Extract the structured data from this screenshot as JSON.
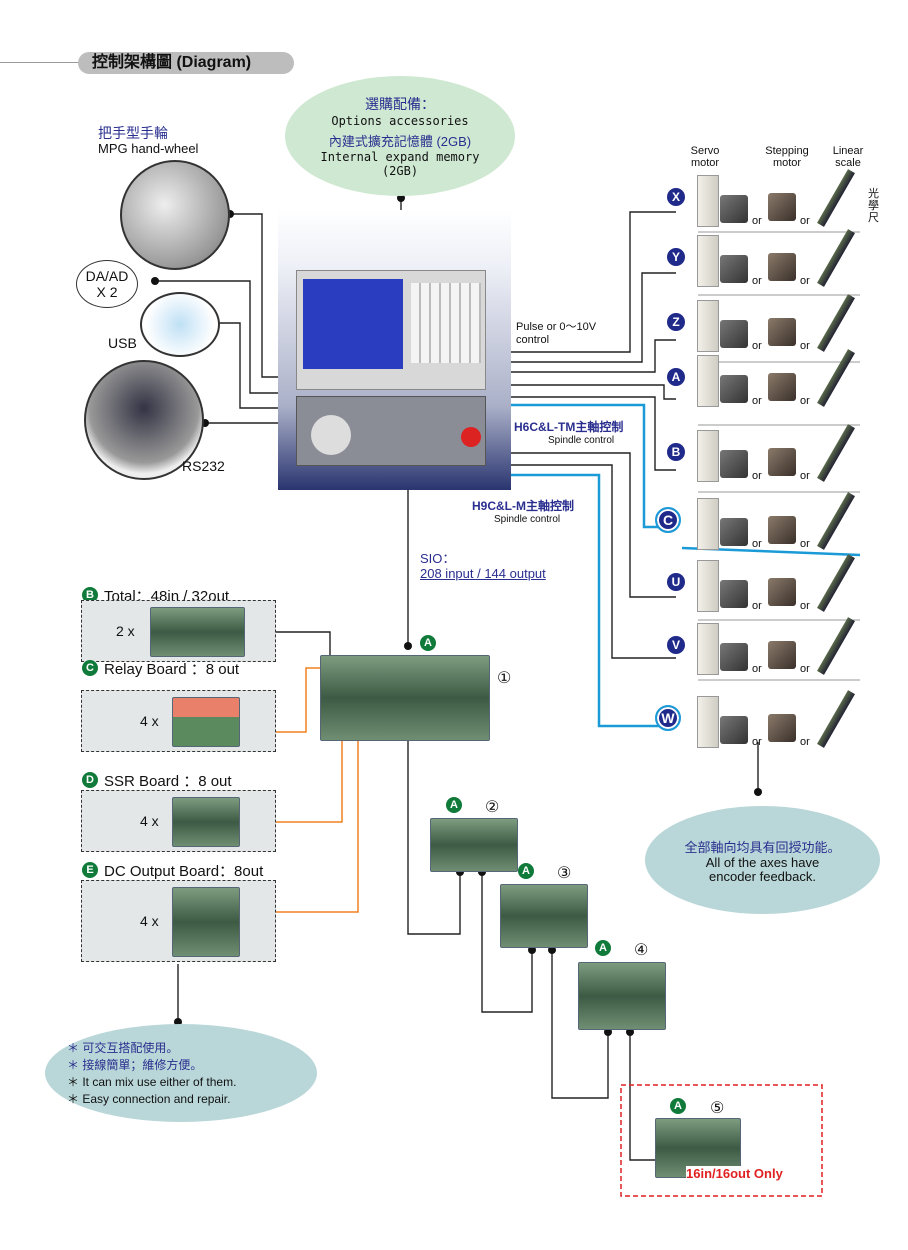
{
  "title": "控制架構圖 (Diagram)",
  "options_bubble": {
    "line1_zh": "選購配備：",
    "line1_en": "Options accessories",
    "line2_zh": "內建式擴充記憶體 (2GB)",
    "line2_en": "Internal expand memory",
    "line2_en_b": "(2GB)"
  },
  "peripherals": {
    "mpg_zh": "把手型手輪",
    "mpg_en": "MPG hand-wheel",
    "daad": "DA/AD",
    "daad_count": "X 2",
    "usb": "USB",
    "rs232": "RS232"
  },
  "motor_headers": {
    "servo": "Servo motor",
    "stepping": "Stepping motor",
    "linear": "Linear scale",
    "linear_zh": "光學尺"
  },
  "or_label": "or",
  "axes": [
    "X",
    "Y",
    "Z",
    "A",
    "B",
    "C",
    "U",
    "V",
    "W"
  ],
  "pulse_label": "Pulse or 0～10V control",
  "spindle": {
    "h6_title": "H6C&L-TM主軸控制",
    "h6_sub": "Spindle control",
    "h9_title": "H9C&L-M主軸控制",
    "h9_sub": "Spindle control"
  },
  "sio": {
    "label": "SIO：",
    "value": "208 input / 144 output"
  },
  "boards": {
    "b": {
      "badge": "B",
      "label": "Total：48in / 32out",
      "count": "2 x"
    },
    "c": {
      "badge": "C",
      "label": "Relay Board ：8 out",
      "count": "4 x"
    },
    "d": {
      "badge": "D",
      "label": "SSR Board ：8 out",
      "count": "4 x"
    },
    "e": {
      "badge": "E",
      "label": "DC Output Board：8out",
      "count": "4 x"
    }
  },
  "sio_modules": [
    {
      "badge": "A",
      "num": "①"
    },
    {
      "badge": "A",
      "num": "②"
    },
    {
      "badge": "A",
      "num": "③"
    },
    {
      "badge": "A",
      "num": "④"
    },
    {
      "badge": "A",
      "num": "⑤"
    }
  ],
  "only_label": "16in/16out Only",
  "note_bubble": {
    "l1": "＊ 可交互搭配使用。",
    "l2": "＊ 接線簡單；維修方便。",
    "l3": "＊ It can mix use either of them.",
    "l4": "＊ Easy connection and repair."
  },
  "feedback_bubble": {
    "zh": "全部軸向均具有回授功能。",
    "en": "All of the axes have encoder feedback."
  },
  "colors": {
    "spindle_line": "#1a9ad6",
    "orange": "#f08020",
    "red_dash": "#e02020",
    "bubble_green": "#cfe8d2",
    "bubble_teal": "#b9d6d8",
    "axis_badge": "#1f2a8a",
    "green_badge": "#0f7a3a"
  }
}
